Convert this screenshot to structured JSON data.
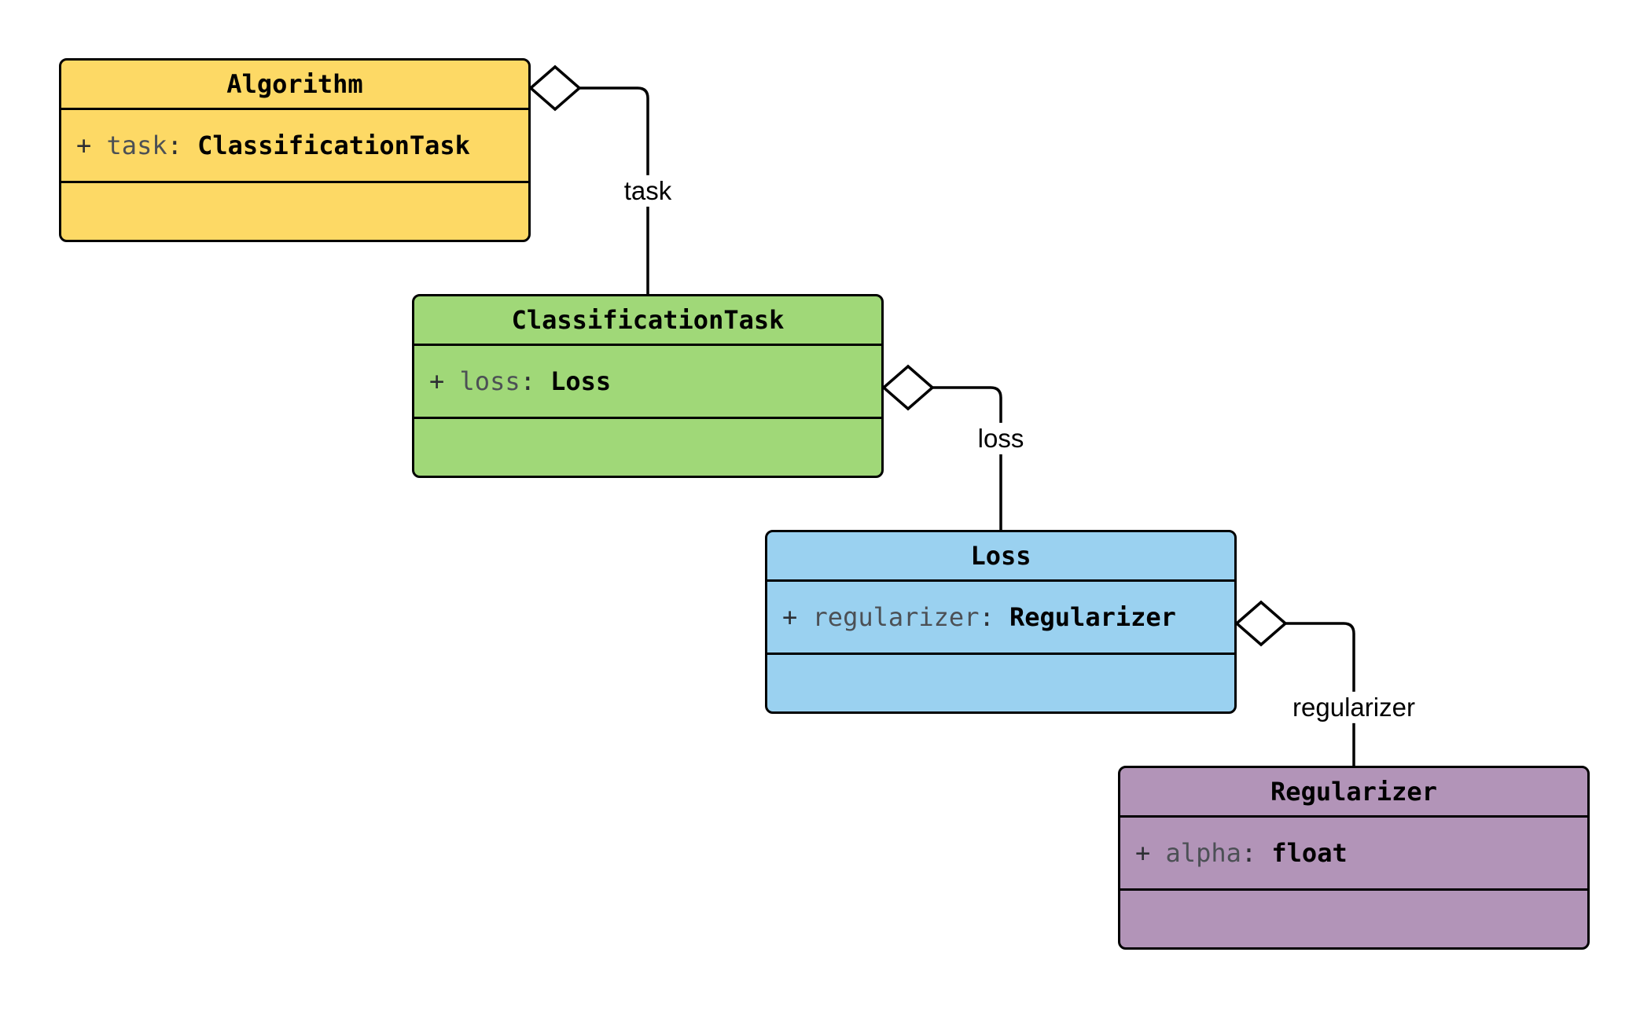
{
  "canvas": {
    "background": "#ffffff",
    "stroke_color": "#000000"
  },
  "classes": [
    {
      "name": "Algorithm",
      "fill": "#FDD965",
      "attribute": {
        "visibility": "+ ",
        "name": "task",
        "separator": ": ",
        "type": "ClassificationTask"
      }
    },
    {
      "name": "ClassificationTask",
      "fill": "#A0D878",
      "attribute": {
        "visibility": "+ ",
        "name": "loss",
        "separator": ": ",
        "type": "Loss"
      }
    },
    {
      "name": "Loss",
      "fill": "#9AD1F0",
      "attribute": {
        "visibility": "+ ",
        "name": "regularizer",
        "separator": ": ",
        "type": "Regularizer"
      }
    },
    {
      "name": "Regularizer",
      "fill": "#B294B8",
      "attribute": {
        "visibility": "+ ",
        "name": "alpha",
        "separator": ": ",
        "type": "float"
      }
    }
  ],
  "edges": [
    {
      "label": "task",
      "from": "Algorithm",
      "to": "ClassificationTask",
      "relation": "aggregation"
    },
    {
      "label": "loss",
      "from": "ClassificationTask",
      "to": "Loss",
      "relation": "aggregation"
    },
    {
      "label": "regularizer",
      "from": "Loss",
      "to": "Regularizer",
      "relation": "aggregation"
    }
  ]
}
